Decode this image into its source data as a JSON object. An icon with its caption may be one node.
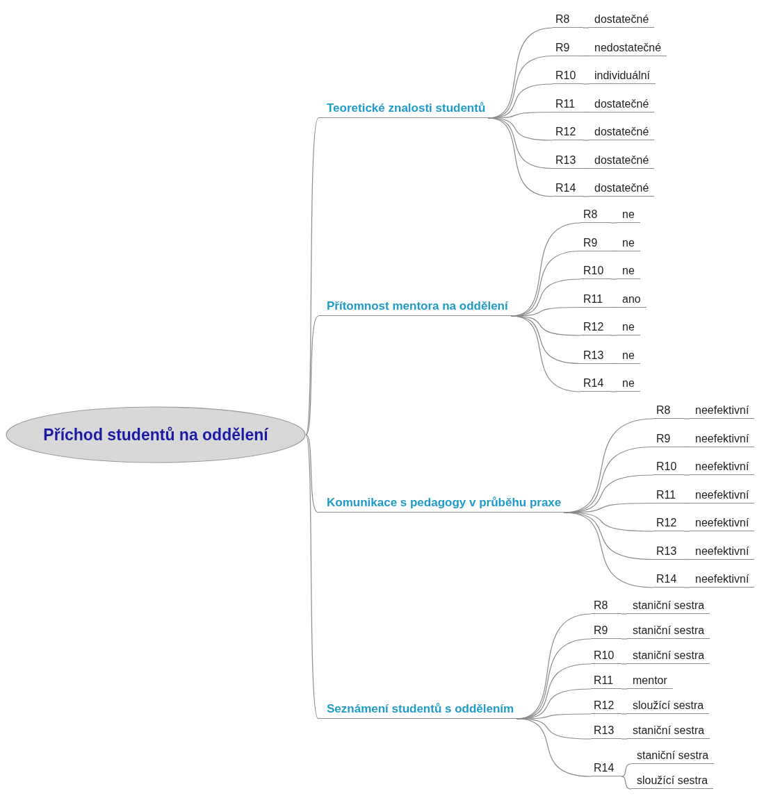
{
  "diagram": {
    "nodes": [
      {
        "text": [
          "Příchod studentů na oddělení"
        ]
      },
      {
        "text": [
          "Teoretické znalosti studentů"
        ]
      },
      {
        "text": [
          "R8"
        ]
      },
      {
        "text": [
          "dostatečné"
        ]
      },
      {
        "text": [
          "R9"
        ]
      },
      {
        "text": [
          "nedostatečné"
        ]
      },
      {
        "text": [
          "R10"
        ]
      },
      {
        "text": [
          "individuální"
        ]
      },
      {
        "text": [
          "R11"
        ]
      },
      {
        "text": [
          "dostatečné"
        ]
      },
      {
        "text": [
          "R12"
        ]
      },
      {
        "text": [
          "dostatečné"
        ]
      },
      {
        "text": [
          "R13"
        ]
      },
      {
        "text": [
          "dostatečné"
        ]
      },
      {
        "text": [
          "R14"
        ]
      },
      {
        "text": [
          "dostatečné"
        ]
      },
      {
        "text": [
          "Přítomnost mentora na oddělení"
        ]
      },
      {
        "text": [
          "R8"
        ]
      },
      {
        "text": [
          "ne"
        ]
      },
      {
        "text": [
          "R9"
        ]
      },
      {
        "text": [
          "ne"
        ]
      },
      {
        "text": [
          "R10"
        ]
      },
      {
        "text": [
          "ne"
        ]
      },
      {
        "text": [
          "R11"
        ]
      },
      {
        "text": [
          "ano"
        ]
      },
      {
        "text": [
          "R12"
        ]
      },
      {
        "text": [
          "ne"
        ]
      },
      {
        "text": [
          "R13"
        ]
      },
      {
        "text": [
          "ne"
        ]
      },
      {
        "text": [
          "R14"
        ]
      },
      {
        "text": [
          "ne"
        ]
      },
      {
        "text": [
          "Komunikace s pedagogy v průběhu praxe"
        ]
      },
      {
        "text": [
          "R8"
        ]
      },
      {
        "text": [
          "neefektivní"
        ]
      },
      {
        "text": [
          "R9"
        ]
      },
      {
        "text": [
          "neefektivní"
        ]
      },
      {
        "text": [
          "R10"
        ]
      },
      {
        "text": [
          "neefektivní"
        ]
      },
      {
        "text": [
          "R11"
        ]
      },
      {
        "text": [
          "neefektivní"
        ]
      },
      {
        "text": [
          "R12"
        ]
      },
      {
        "text": [
          "neefektivní"
        ]
      },
      {
        "text": [
          "R13"
        ]
      },
      {
        "text": [
          "neefektivní"
        ]
      },
      {
        "text": [
          "R14"
        ]
      },
      {
        "text": [
          "neefektivní"
        ]
      },
      {
        "text": [
          "Seznámení studentů s oddělením"
        ]
      },
      {
        "text": [
          "R8"
        ]
      },
      {
        "text": [
          "staniční sestra"
        ]
      },
      {
        "text": [
          "R9"
        ]
      },
      {
        "text": [
          "staniční sestra"
        ]
      },
      {
        "text": [
          "R10"
        ]
      },
      {
        "text": [
          "staniční sestra"
        ]
      },
      {
        "text": [
          "R11"
        ]
      },
      {
        "text": [
          "mentor"
        ]
      },
      {
        "text": [
          "R12"
        ]
      },
      {
        "text": [
          "sloužící sestra"
        ]
      },
      {
        "text": [
          "R13"
        ]
      },
      {
        "text": [
          "staniční sestra"
        ]
      },
      {
        "text": [
          "R14"
        ]
      },
      {
        "text": [
          "staniční sestra"
        ]
      },
      {
        "text": [
          "sloužící sestra"
        ]
      }
    ],
    "edges": [
      {
        "from": 0,
        "to": 1,
        "arrow": "none"
      },
      {
        "from": 0,
        "to": 16,
        "arrow": "none"
      },
      {
        "from": 0,
        "to": 31,
        "arrow": "none"
      },
      {
        "from": 0,
        "to": 46,
        "arrow": "none"
      },
      {
        "from": 1,
        "to": 2,
        "arrow": "none"
      },
      {
        "from": 2,
        "to": 3,
        "arrow": "none"
      },
      {
        "from": 1,
        "to": 4,
        "arrow": "none"
      },
      {
        "from": 4,
        "to": 5,
        "arrow": "none"
      },
      {
        "from": 1,
        "to": 6,
        "arrow": "none"
      },
      {
        "from": 6,
        "to": 7,
        "arrow": "none"
      },
      {
        "from": 1,
        "to": 8,
        "arrow": "none"
      },
      {
        "from": 8,
        "to": 9,
        "arrow": "none"
      },
      {
        "from": 1,
        "to": 10,
        "arrow": "none"
      },
      {
        "from": 10,
        "to": 11,
        "arrow": "none"
      },
      {
        "from": 1,
        "to": 12,
        "arrow": "none"
      },
      {
        "from": 12,
        "to": 13,
        "arrow": "none"
      },
      {
        "from": 1,
        "to": 14,
        "arrow": "none"
      },
      {
        "from": 14,
        "to": 15,
        "arrow": "none"
      },
      {
        "from": 16,
        "to": 17,
        "arrow": "none"
      },
      {
        "from": 17,
        "to": 18,
        "arrow": "none"
      },
      {
        "from": 16,
        "to": 19,
        "arrow": "none"
      },
      {
        "from": 19,
        "to": 20,
        "arrow": "none"
      },
      {
        "from": 16,
        "to": 21,
        "arrow": "none"
      },
      {
        "from": 21,
        "to": 22,
        "arrow": "none"
      },
      {
        "from": 16,
        "to": 23,
        "arrow": "none"
      },
      {
        "from": 23,
        "to": 24,
        "arrow": "none"
      },
      {
        "from": 16,
        "to": 25,
        "arrow": "none"
      },
      {
        "from": 25,
        "to": 26,
        "arrow": "none"
      },
      {
        "from": 16,
        "to": 27,
        "arrow": "none"
      },
      {
        "from": 27,
        "to": 28,
        "arrow": "none"
      },
      {
        "from": 16,
        "to": 29,
        "arrow": "none"
      },
      {
        "from": 29,
        "to": 30,
        "arrow": "none"
      },
      {
        "from": 31,
        "to": 32,
        "arrow": "none"
      },
      {
        "from": 32,
        "to": 33,
        "arrow": "none"
      },
      {
        "from": 31,
        "to": 34,
        "arrow": "none"
      },
      {
        "from": 34,
        "to": 35,
        "arrow": "none"
      },
      {
        "from": 31,
        "to": 36,
        "arrow": "none"
      },
      {
        "from": 36,
        "to": 37,
        "arrow": "none"
      },
      {
        "from": 31,
        "to": 38,
        "arrow": "none"
      },
      {
        "from": 38,
        "to": 39,
        "arrow": "none"
      },
      {
        "from": 31,
        "to": 40,
        "arrow": "none"
      },
      {
        "from": 40,
        "to": 41,
        "arrow": "none"
      },
      {
        "from": 31,
        "to": 42,
        "arrow": "none"
      },
      {
        "from": 42,
        "to": 43,
        "arrow": "none"
      },
      {
        "from": 31,
        "to": 44,
        "arrow": "none"
      },
      {
        "from": 44,
        "to": 45,
        "arrow": "none"
      },
      {
        "from": 46,
        "to": 47,
        "arrow": "none"
      },
      {
        "from": 47,
        "to": 48,
        "arrow": "none"
      },
      {
        "from": 46,
        "to": 49,
        "arrow": "none"
      },
      {
        "from": 49,
        "to": 50,
        "arrow": "none"
      },
      {
        "from": 46,
        "to": 51,
        "arrow": "none"
      },
      {
        "from": 51,
        "to": 52,
        "arrow": "none"
      },
      {
        "from": 46,
        "to": 53,
        "arrow": "none"
      },
      {
        "from": 53,
        "to": 54,
        "arrow": "none"
      },
      {
        "from": 46,
        "to": 55,
        "arrow": "none"
      },
      {
        "from": 55,
        "to": 56,
        "arrow": "none"
      },
      {
        "from": 46,
        "to": 57,
        "arrow": "none"
      },
      {
        "from": 57,
        "to": 58,
        "arrow": "none"
      },
      {
        "from": 46,
        "to": 59,
        "arrow": "none"
      },
      {
        "from": 59,
        "to": 60,
        "arrow": "none"
      },
      {
        "from": 59,
        "to": 61,
        "arrow": "none"
      }
    ]
  }
}
